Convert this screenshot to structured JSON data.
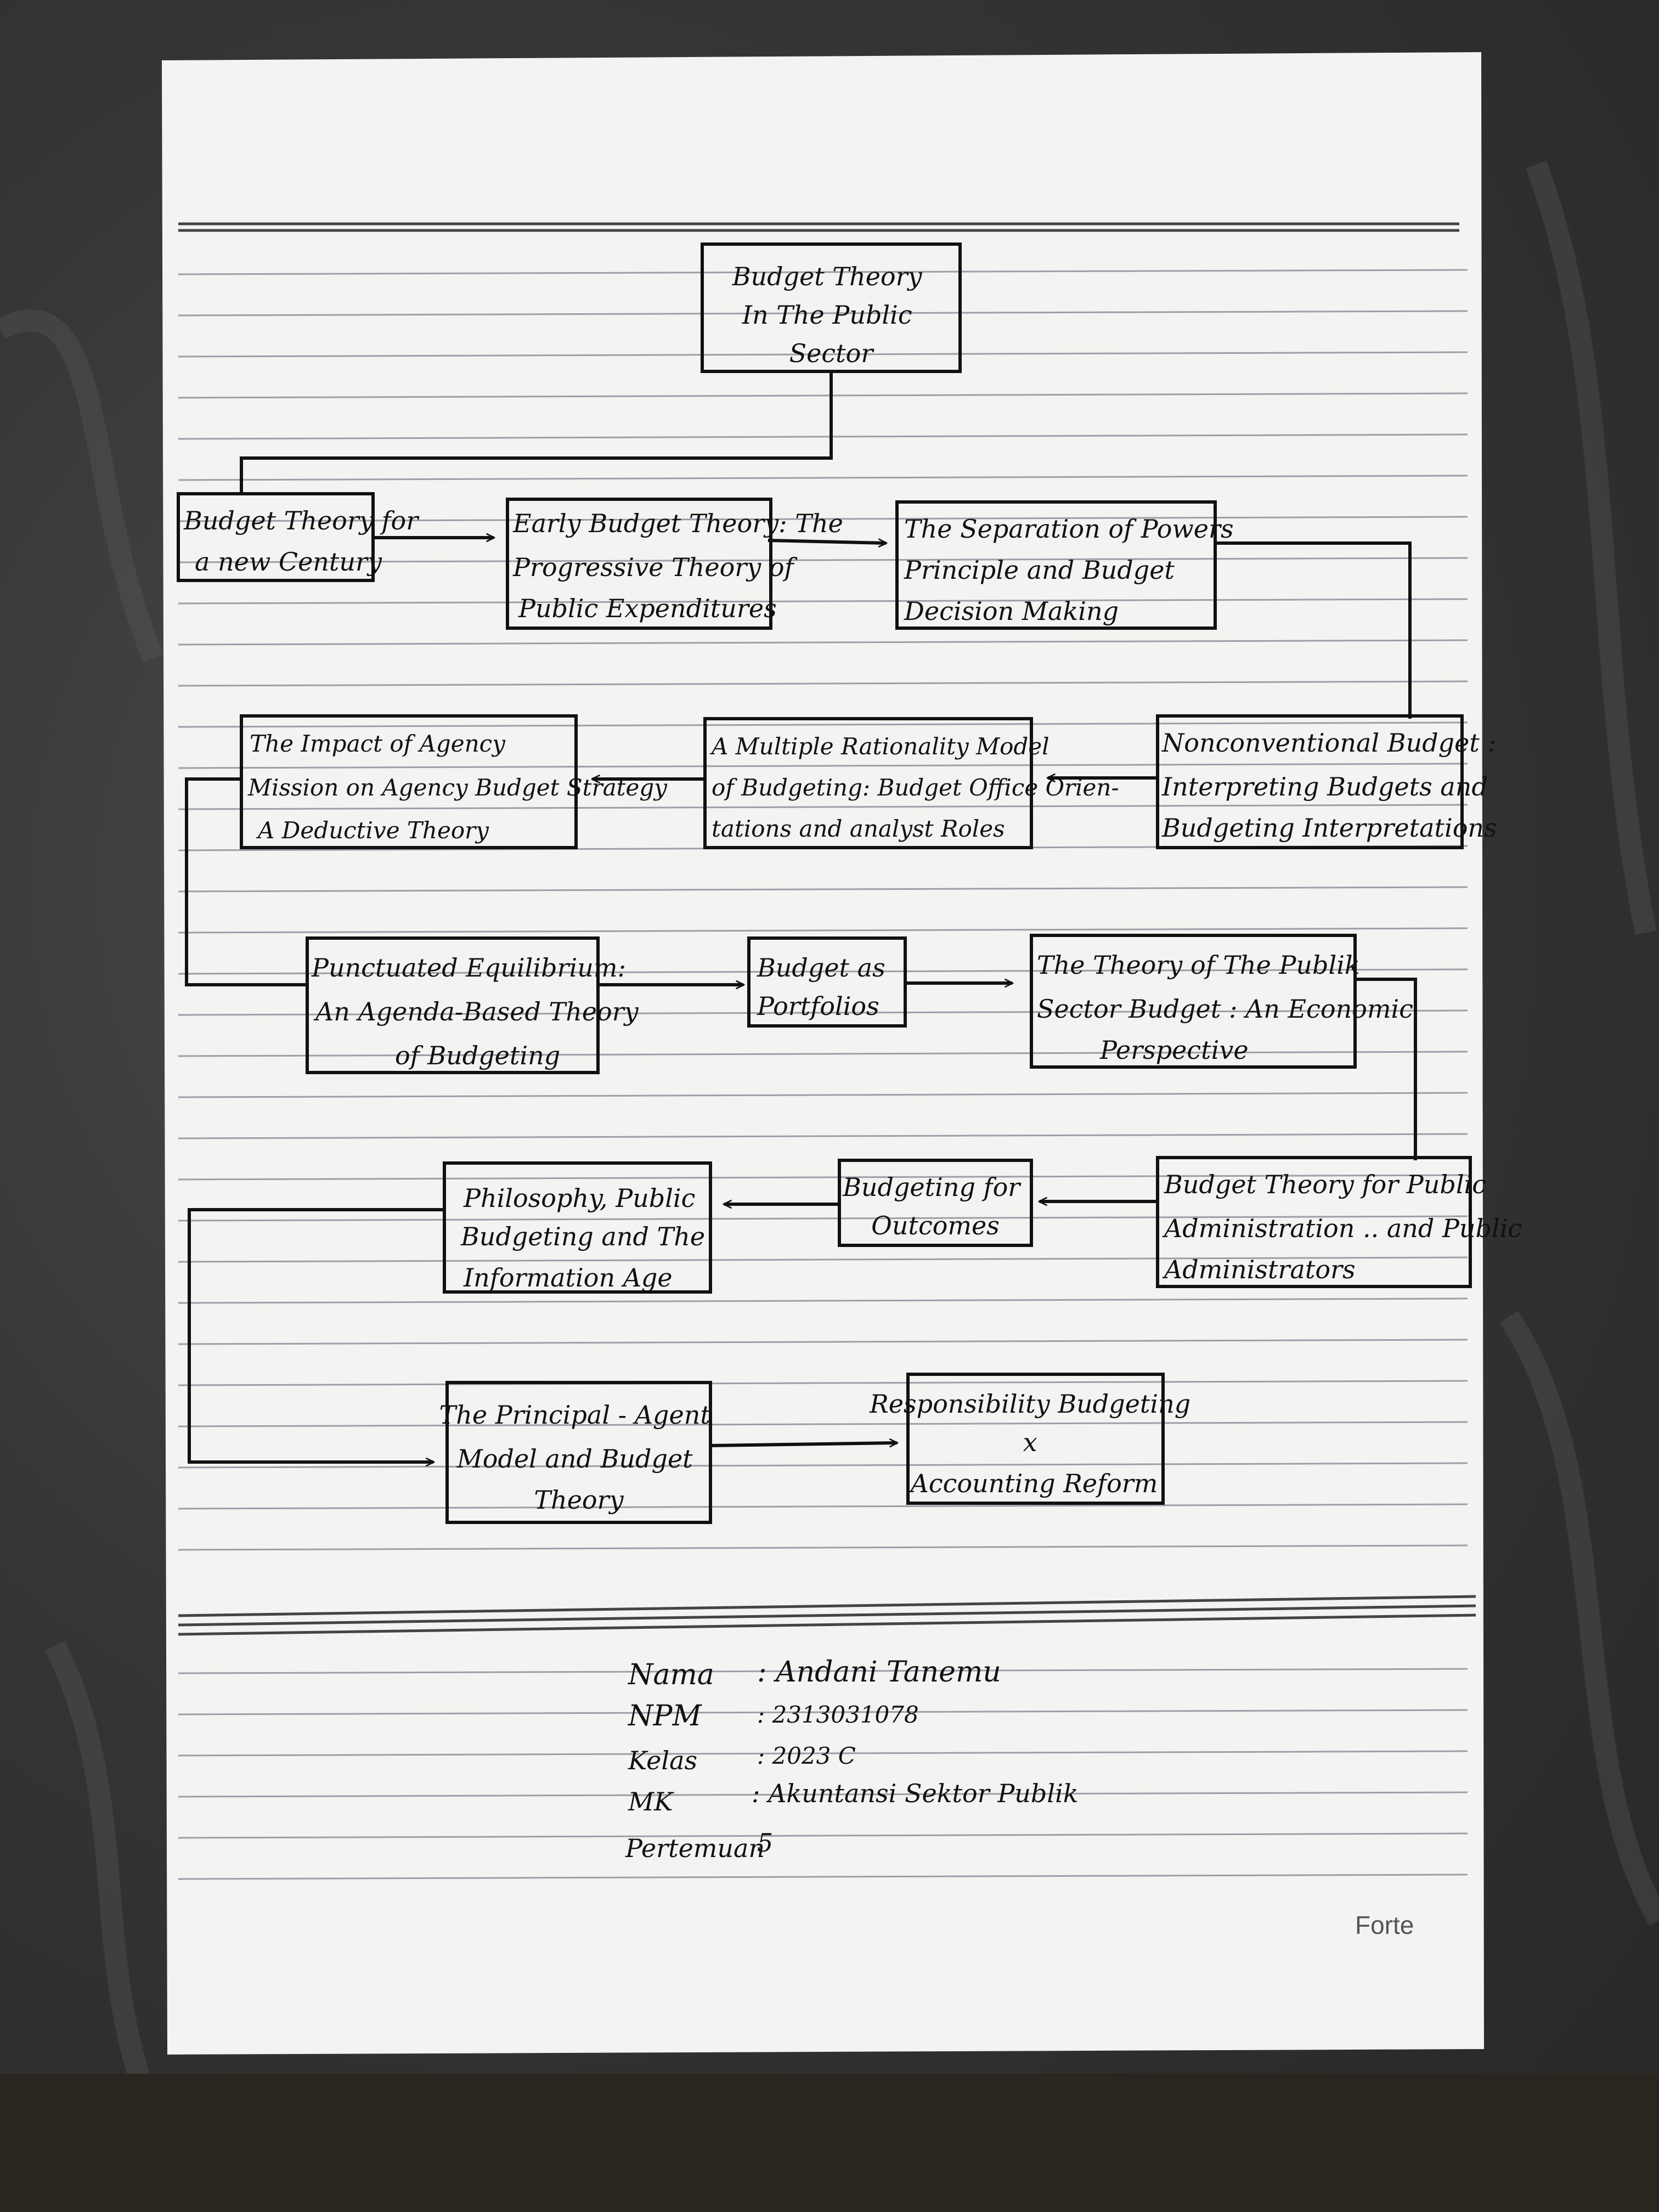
{
  "diagram": {
    "root": "Budget Theory In The Public Sector",
    "nodes": {
      "n1": "Budget Theory for a new Century",
      "n2": "Early Budget Theory: The Progressive Theory of Public Expenditures",
      "n3": "The Separation of Powers Principle and Budget Decision Making",
      "n4": "Nonconventional Budget : Interpreting Budgets and Budgeting Interpretations",
      "n5": "A Multiple Rationality Model of Budgeting: Budget Office Orientations and analyst Roles",
      "n6": "The Impact of Agency Mission on Agency Budget Strategy A Deductive Theory",
      "n7": "Punctuated Equilibrium: An Agenda-Based Theory of Budgeting",
      "n8": "Budget as Portfolios",
      "n9": "The Theory of The Publik Sector Budget : An Economic Perspective",
      "n10": "Budget Theory for Public Administration .. and Public Administrators",
      "n11": "Budgeting for Outcomes",
      "n12": "Philosophy, Public Budgeting and The Information Age",
      "n13": "The Principal - Agent Model and Budget Theory",
      "n14": "Responsibility Budgeting x Accounting Reform"
    },
    "lines": {
      "root": [
        "Budget Theory",
        "In The Public",
        "Sector"
      ],
      "n1": [
        "Budget Theory for",
        "a new Century"
      ],
      "n2": [
        "Early Budget Theory: The",
        "Progressive Theory of",
        "Public Expenditures"
      ],
      "n3": [
        "The Separation of Powers",
        "Principle and Budget",
        "Decision Making"
      ],
      "n4": [
        "Nonconventional Budget :",
        "Interpreting Budgets and",
        "Budgeting Interpretations"
      ],
      "n5": [
        "A Multiple Rationality Model",
        "of Budgeting: Budget Office Orien-",
        "tations and analyst Roles"
      ],
      "n6": [
        "The Impact of Agency",
        "Mission on Agency Budget Strategy",
        "A Deductive Theory"
      ],
      "n7": [
        "Punctuated Equilibrium:",
        "An Agenda-Based Theory",
        "of Budgeting"
      ],
      "n8": [
        "Budget as",
        "Portfolios"
      ],
      "n9": [
        "The Theory of The Publik",
        "Sector Budget : An Economic",
        "Perspective"
      ],
      "n10": [
        "Budget Theory for Public",
        "Administration .. and Public",
        "Administrators"
      ],
      "n11": [
        "Budgeting for",
        "Outcomes"
      ],
      "n12": [
        "Philosophy, Public",
        "Budgeting and The",
        "Information Age"
      ],
      "n13": [
        "The Principal - Agent",
        "Model and Budget",
        "Theory"
      ],
      "n14": [
        "Responsibility Budgeting",
        "x",
        "Accounting Reform"
      ]
    }
  },
  "student_info": {
    "nama_label": "Nama",
    "nama_value": ": Andani Tanemu",
    "npm_label": "NPM",
    "npm_value": ": 2313031078",
    "kelas_label": "Kelas",
    "kelas_value": ": 2023 C",
    "mk_label": "MK",
    "mk_value": ": Akuntansi Sektor Publik",
    "pertemuan_label": "Pertemuan",
    "pertemuan_value": "5"
  },
  "paper_brand": "Forte"
}
